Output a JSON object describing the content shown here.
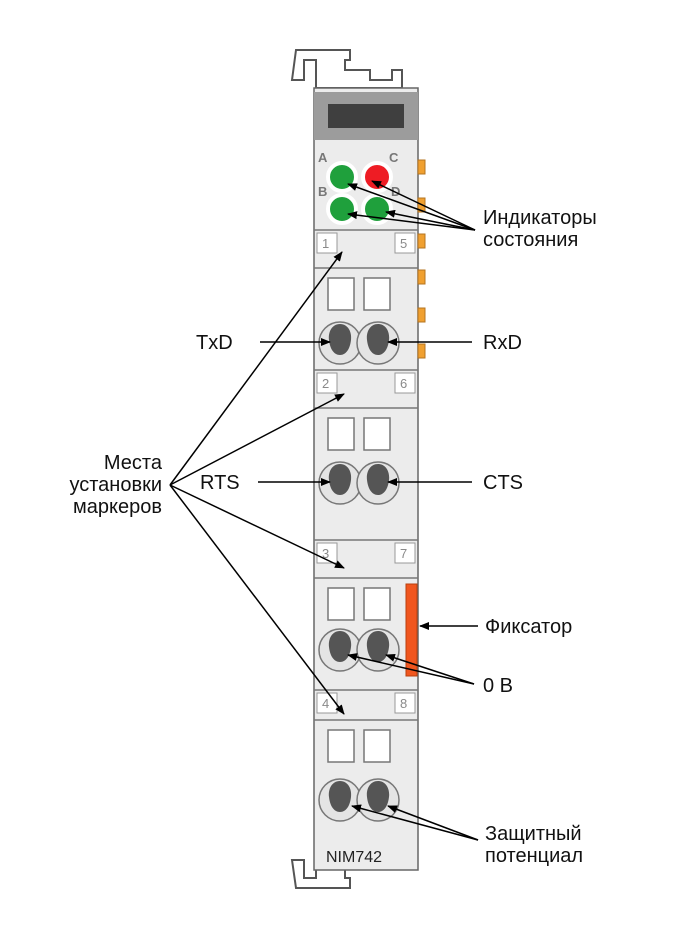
{
  "module": {
    "model": "NIM742",
    "led_letters": [
      "A",
      "B",
      "C",
      "D"
    ],
    "terminal_numbers": {
      "left": [
        "1",
        "2",
        "3",
        "4"
      ],
      "right": [
        "5",
        "6",
        "7",
        "8"
      ]
    },
    "colors": {
      "led_green": "#1fa03c",
      "led_red": "#ee1c24",
      "latch": "#f0561e",
      "side_tabs": "#f0a030",
      "body": "#ececec",
      "window": "#3f3f3f"
    }
  },
  "labels": {
    "indicators": [
      "Индикаторы",
      "состояния"
    ],
    "markers": [
      "Места",
      "установки",
      "маркеров"
    ],
    "txd": "TxD",
    "rxd": "RxD",
    "rts": "RTS",
    "cts": "CTS",
    "latch": "Фиксатор",
    "zero_v": "0 В",
    "shield": [
      "Защитный",
      "потенциал"
    ]
  }
}
